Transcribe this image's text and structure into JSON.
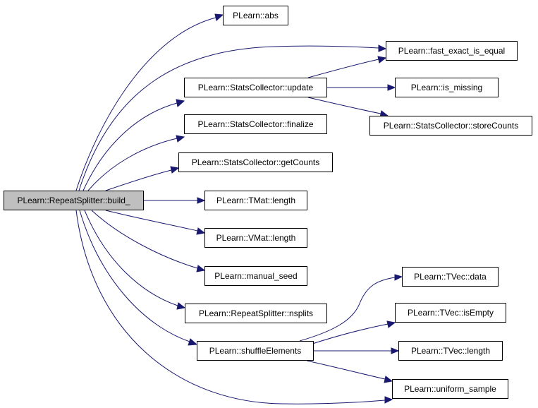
{
  "colors": {
    "edge": "#191970",
    "root_fill": "#bfbfbf",
    "node_fill": "#ffffff",
    "border": "#000000"
  },
  "nodes": {
    "root": "PLearn::RepeatSplitter::build_",
    "abs": "PLearn::abs",
    "fast_exact_is_equal": "PLearn::fast_exact_is_equal",
    "sc_update": "PLearn::StatsCollector::update",
    "is_missing": "PLearn::is_missing",
    "sc_storeCounts": "PLearn::StatsCollector::storeCounts",
    "sc_finalize": "PLearn::StatsCollector::finalize",
    "sc_getCounts": "PLearn::StatsCollector::getCounts",
    "tmat_length": "PLearn::TMat::length",
    "vmat_length": "PLearn::VMat::length",
    "manual_seed": "PLearn::manual_seed",
    "rs_nsplits": "PLearn::RepeatSplitter::nsplits",
    "shuffleElements": "PLearn::shuffleElements",
    "tvec_data": "PLearn::TVec::data",
    "tvec_isEmpty": "PLearn::TVec::isEmpty",
    "tvec_length": "PLearn::TVec::length",
    "uniform_sample": "PLearn::uniform_sample"
  },
  "edges": [
    [
      "root",
      "abs"
    ],
    [
      "root",
      "fast_exact_is_equal"
    ],
    [
      "root",
      "sc_update"
    ],
    [
      "root",
      "sc_finalize"
    ],
    [
      "root",
      "sc_getCounts"
    ],
    [
      "root",
      "tmat_length"
    ],
    [
      "root",
      "vmat_length"
    ],
    [
      "root",
      "manual_seed"
    ],
    [
      "root",
      "rs_nsplits"
    ],
    [
      "root",
      "shuffleElements"
    ],
    [
      "root",
      "uniform_sample"
    ],
    [
      "sc_update",
      "fast_exact_is_equal"
    ],
    [
      "sc_update",
      "is_missing"
    ],
    [
      "sc_update",
      "sc_storeCounts"
    ],
    [
      "shuffleElements",
      "tvec_data"
    ],
    [
      "shuffleElements",
      "tvec_isEmpty"
    ],
    [
      "shuffleElements",
      "tvec_length"
    ],
    [
      "shuffleElements",
      "uniform_sample"
    ]
  ]
}
